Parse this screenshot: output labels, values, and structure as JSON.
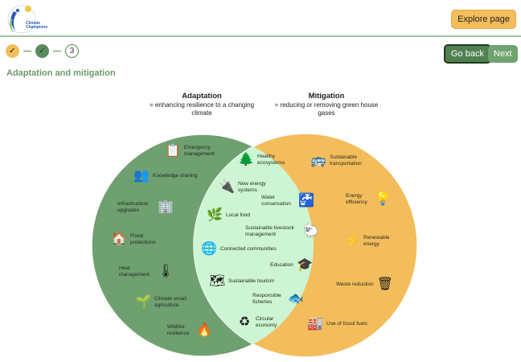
{
  "header": {
    "logo_text": "Climate Champions",
    "explore_label": "Explore page"
  },
  "steps": [
    {
      "state": "done",
      "label": "✓"
    },
    {
      "state": "done",
      "label": "✓"
    },
    {
      "state": "current",
      "label": "3"
    }
  ],
  "nav": {
    "back": "Go back",
    "next": "Next"
  },
  "page_title": "Adaptation and mitigation",
  "colors": {
    "adaptation": "#6fa070",
    "overlap": "#cdf5d3",
    "mitigation": "#f4bd5b"
  },
  "adaptation": {
    "title": "Adaptation",
    "subtitle": "= enhancing resilience to a changing climate",
    "items": [
      "Emergency management",
      "Knowledge sharing",
      "Infrastructure upgrades",
      "Flood protections",
      "Heat management",
      "Climate smart agriculture",
      "Wildfire resilience"
    ]
  },
  "mitigation": {
    "title": "Mitigation",
    "subtitle": "= reducing or removing green house gases",
    "items": [
      "Sustainable transportation",
      "Energy efficiency",
      "Renewable energy",
      "Waste reduction",
      "Use of fossil fuels"
    ]
  },
  "both": {
    "items": [
      "Healthy ecosystems",
      "New energy systems",
      "Water conservation",
      "Local food",
      "Sustainable livestock management",
      "Connected communities",
      "Education",
      "Sustainable tourism",
      "Responsible fisheries",
      "Circular economy"
    ]
  }
}
